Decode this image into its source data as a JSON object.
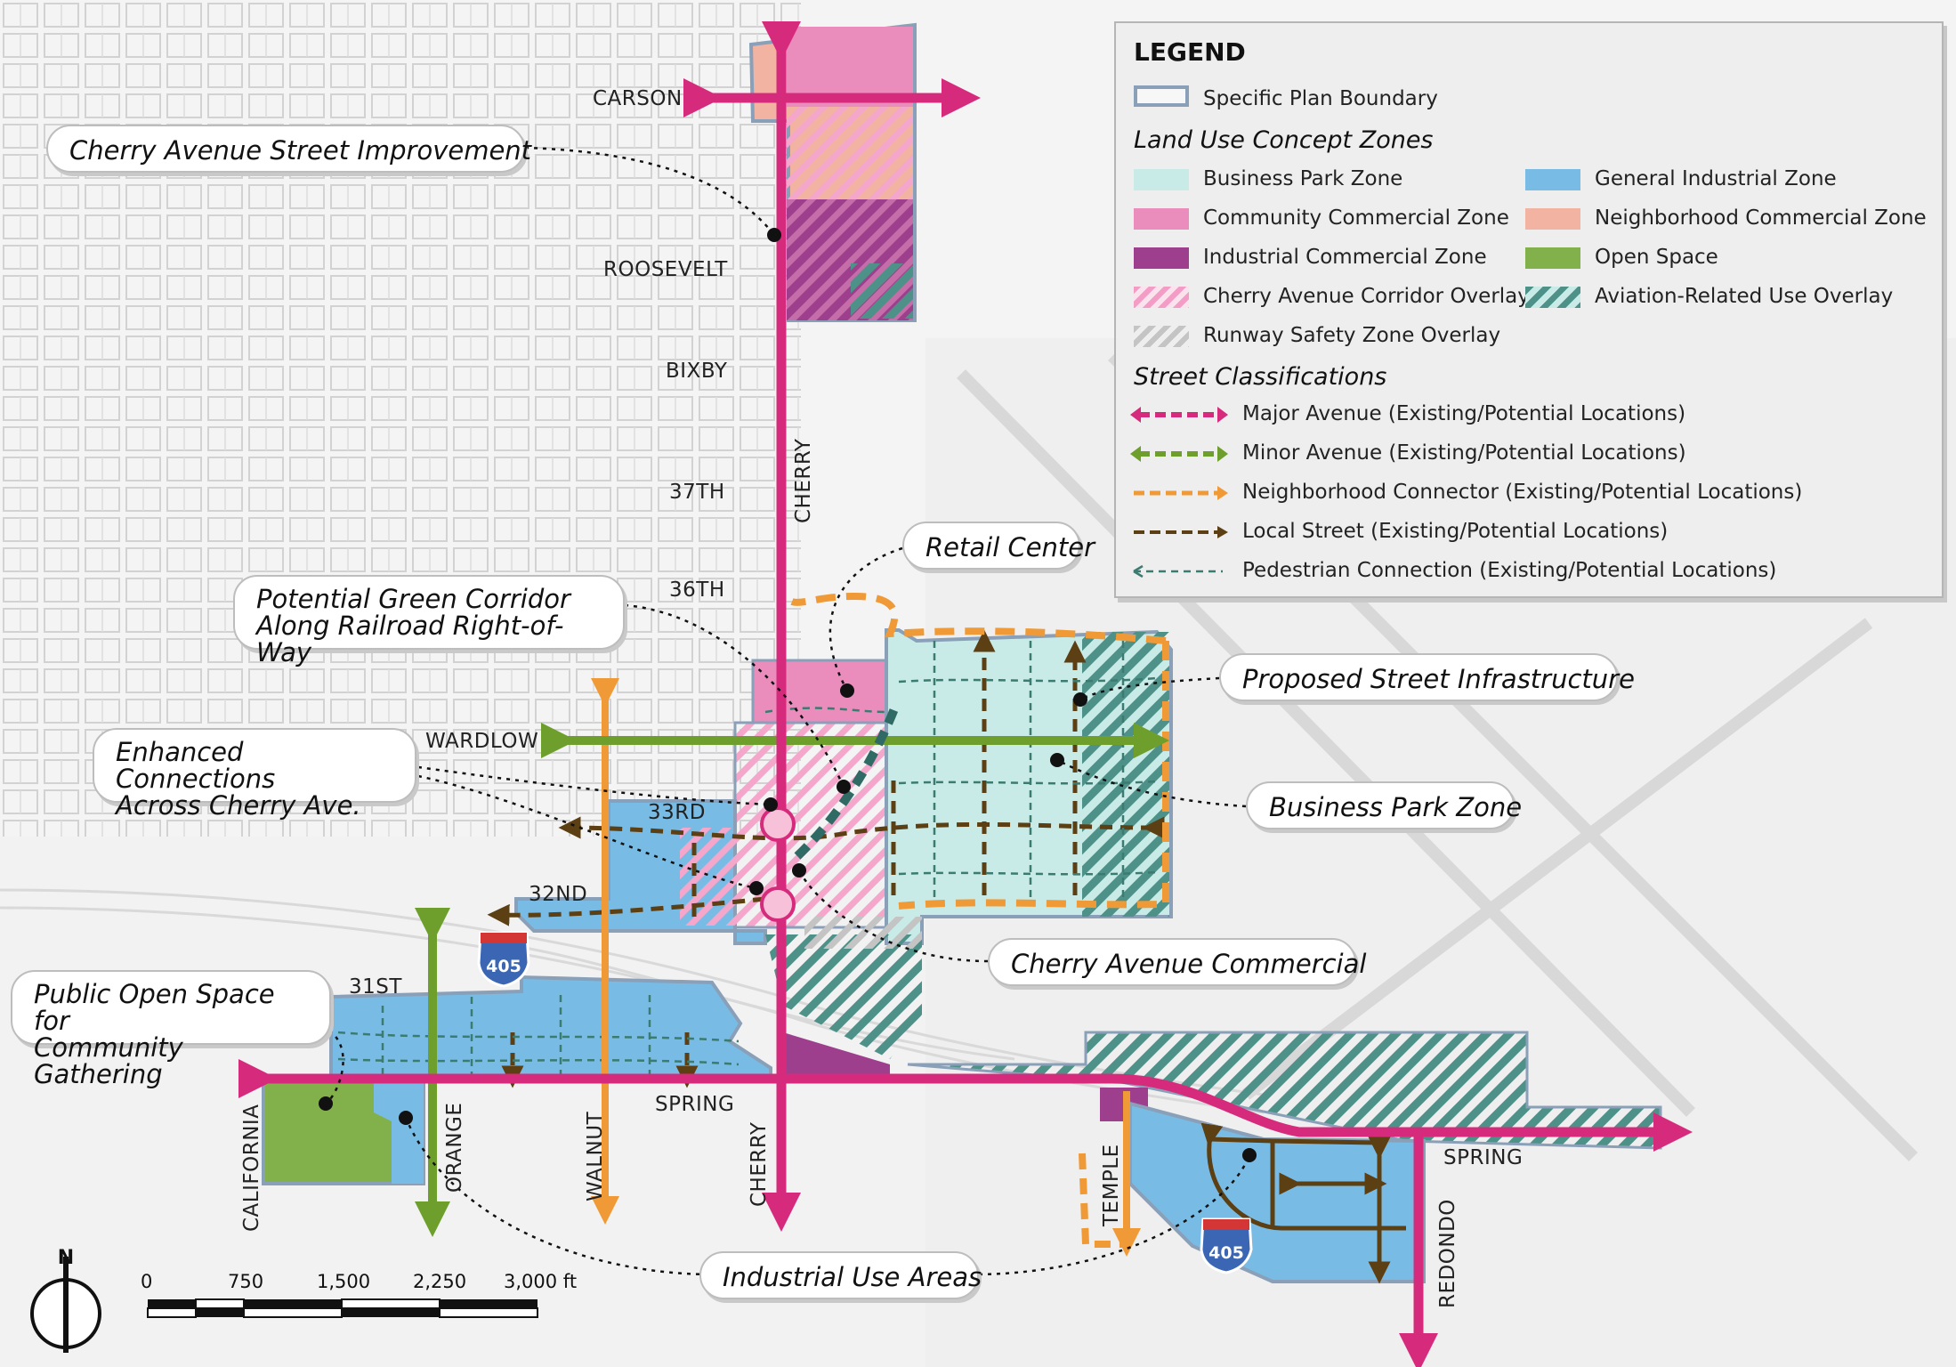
{
  "streets": {
    "carson": "CARSON",
    "roosevelt": "ROOSEVELT",
    "bixby": "BIXBY",
    "s37": "37TH",
    "s36": "36TH",
    "wardlow": "WARDLOW",
    "s33": "33RD",
    "s32": "32ND",
    "s31": "31ST",
    "spring": "SPRING",
    "spring_east": "SPRING",
    "cherry_north": "CHERRY",
    "cherry_south": "CHERRY",
    "walnut": "WALNUT",
    "orange": "ORANGE",
    "california": "CALIFORNIA",
    "temple": "TEMPLE",
    "redondo": "REDONDO"
  },
  "shields": {
    "i405_a": "405",
    "i405_b": "405"
  },
  "callouts": {
    "cherry_improvement": "Cherry Avenue Street Improvement",
    "retail_center": "Retail Center",
    "green_corridor_1": "Potential Green Corridor",
    "green_corridor_2": "Along Railroad Right-of-Way",
    "proposed_infra": "Proposed Street Infrastructure",
    "enhanced_1": "Enhanced Connections",
    "enhanced_2": "Across Cherry Ave.",
    "business_park": "Business Park Zone",
    "cherry_commercial": "Cherry Avenue Commercial",
    "open_space_1": "Public Open Space for",
    "open_space_2": "Community Gathering",
    "industrial_use": "Industrial Use Areas"
  },
  "legend": {
    "title": "LEGEND",
    "boundary": "Specific Plan Boundary",
    "land_use_header": "Land Use Concept Zones",
    "zones": [
      {
        "label": "Business Park Zone",
        "color": "#c8ebe8"
      },
      {
        "label": "General Industrial Zone",
        "color": "#78bce6"
      },
      {
        "label": "Community Commercial Zone",
        "color": "#ea8dbd"
      },
      {
        "label": "Neighborhood Commercial Zone",
        "color": "#f3b3a2"
      },
      {
        "label": "Industrial Commercial Zone",
        "color": "#9e3f8e"
      },
      {
        "label": "Open Space",
        "color": "#82b04a"
      },
      {
        "label": "Cherry Avenue Corridor Overlay",
        "color": "#f29cc6"
      },
      {
        "label": "Aviation-Related Use Overlay",
        "color": "#4e9188"
      },
      {
        "label": "Runway Safety Zone Overlay",
        "color": "#c4c4c4"
      }
    ],
    "street_header": "Street Classifications",
    "streets": [
      {
        "label": "Major Avenue (Existing/Potential Locations)",
        "color": "#d62b7c"
      },
      {
        "label": "Minor Avenue (Existing/Potential Locations)",
        "color": "#6e9e2c"
      },
      {
        "label": "Neighborhood Connector (Existing/Potential Locations)",
        "color": "#ef9a36"
      },
      {
        "label": "Local Street (Existing/Potential Locations)",
        "color": "#5c3f12"
      },
      {
        "label": "Pedestrian Connection (Existing/Potential Locations)",
        "color": "#3b7b70"
      }
    ]
  },
  "scale": {
    "ticks": [
      "0",
      "750",
      "1,500",
      "2,250",
      "3,000 ft"
    ],
    "north": "N"
  }
}
